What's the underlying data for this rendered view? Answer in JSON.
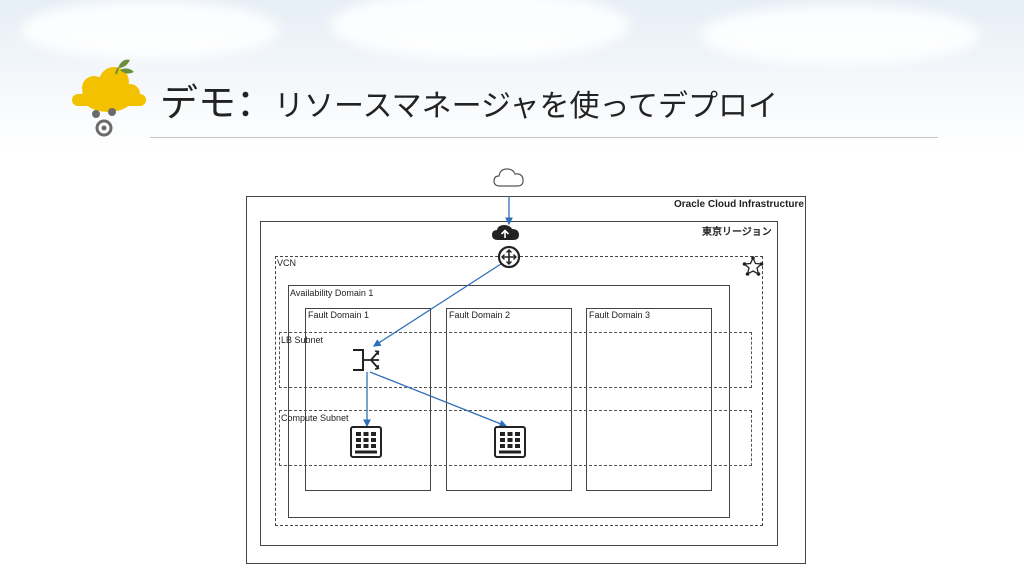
{
  "slide": {
    "title_main": "デモ：",
    "title_sub": "リソースマネージャを使ってデプロイ"
  },
  "diagram": {
    "oci_label": "Oracle Cloud Infrastructure",
    "region_label": "東京リージョン",
    "vcn_label": "VCN",
    "ad_label": "Availability Domain 1",
    "fault_domains": [
      "Fault Domain 1",
      "Fault Domain 2",
      "Fault Domain 3"
    ],
    "lb_subnet_label": "LB Subnet",
    "compute_subnet_label": "Compute Subnet"
  },
  "colors": {
    "logo_yellow": "#f2c200",
    "logo_grey": "#6b6b6b",
    "arrow_blue": "#2f6fb7",
    "line_dark": "#333333"
  },
  "icons": [
    "logo-cloud-icon",
    "internet-cloud-icon",
    "internet-gateway-icon",
    "router-icon",
    "vcn-star-icon",
    "load-balancer-icon",
    "compute-instance-icon"
  ]
}
